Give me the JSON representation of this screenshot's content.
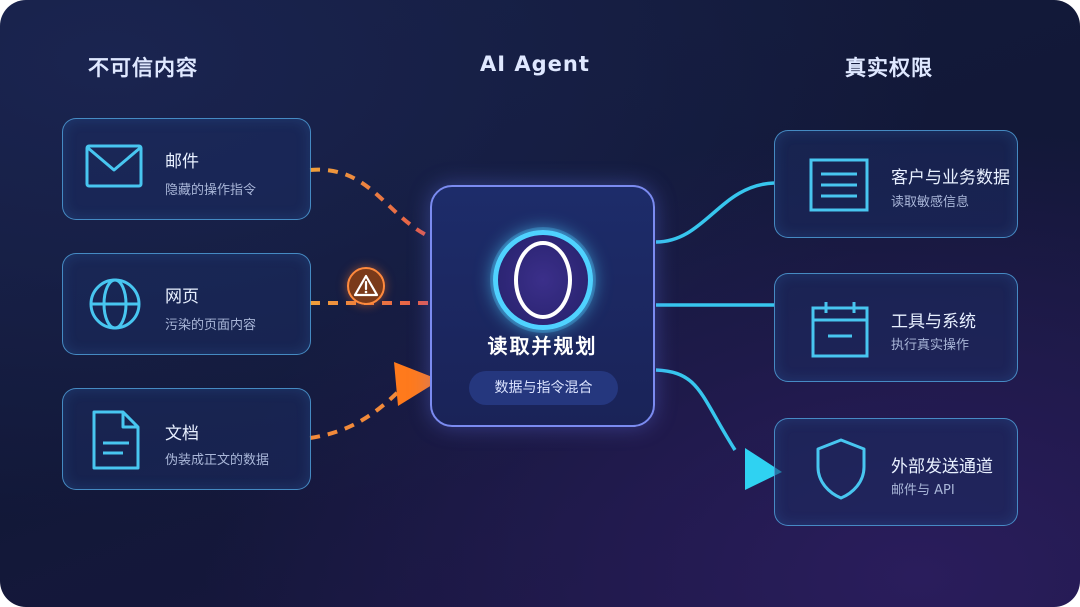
{
  "columns": {
    "left_title": "不可信内容",
    "center_title": "AI Agent",
    "right_title": "真实权限"
  },
  "sources": [
    {
      "icon": "mail-icon",
      "title": "邮件",
      "subtitle": "隐藏的操作指令"
    },
    {
      "icon": "globe-icon",
      "title": "网页",
      "subtitle": "污染的页面内容"
    },
    {
      "icon": "document-icon",
      "title": "文档",
      "subtitle": "伪装成正文的数据"
    }
  ],
  "agent": {
    "title": "读取并规划",
    "badge": "数据与指令混合"
  },
  "targets": [
    {
      "icon": "list-icon",
      "title": "客户与业务数据",
      "subtitle": "读取敏感信息"
    },
    {
      "icon": "calendar-icon",
      "title": "工具与系统",
      "subtitle": "执行真实操作"
    },
    {
      "icon": "shield-icon",
      "title": "外部发送通道",
      "subtitle": "邮件与 API"
    }
  ],
  "colors": {
    "untrusted_line": "#f28a3a",
    "warning_line": "#e8584a",
    "trusted_line": "#37c6ee",
    "card_border": "#56ace8",
    "agent_border": "#7b8bf0"
  }
}
